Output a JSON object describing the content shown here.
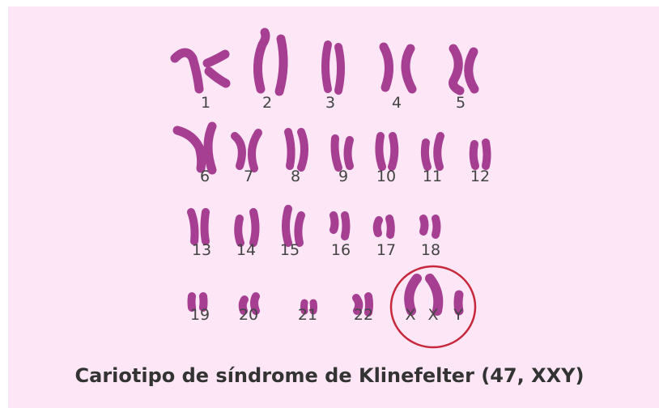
{
  "title": "Cariotipo de síndrome de Klinefelter (47, XXY)",
  "colors": {
    "background": "#fde6f5",
    "chromosome": "#a63f91",
    "label": "#444444",
    "caption": "#333333",
    "highlight_circle": "#c8283c"
  },
  "chromosomes": [
    {
      "id": "1",
      "label": "1"
    },
    {
      "id": "2",
      "label": "2"
    },
    {
      "id": "3",
      "label": "3"
    },
    {
      "id": "4",
      "label": "4"
    },
    {
      "id": "5",
      "label": "5"
    },
    {
      "id": "6",
      "label": "6"
    },
    {
      "id": "7",
      "label": "7"
    },
    {
      "id": "8",
      "label": "8"
    },
    {
      "id": "9",
      "label": "9"
    },
    {
      "id": "10",
      "label": "10"
    },
    {
      "id": "11",
      "label": "11"
    },
    {
      "id": "12",
      "label": "12"
    },
    {
      "id": "13",
      "label": "13"
    },
    {
      "id": "14",
      "label": "14"
    },
    {
      "id": "15",
      "label": "15"
    },
    {
      "id": "16",
      "label": "16"
    },
    {
      "id": "17",
      "label": "17"
    },
    {
      "id": "18",
      "label": "18"
    },
    {
      "id": "19",
      "label": "19"
    },
    {
      "id": "20",
      "label": "20"
    },
    {
      "id": "21",
      "label": "21"
    },
    {
      "id": "22",
      "label": "22"
    },
    {
      "id": "x1",
      "label": "X"
    },
    {
      "id": "x2",
      "label": "X"
    },
    {
      "id": "y",
      "label": "Y"
    }
  ]
}
